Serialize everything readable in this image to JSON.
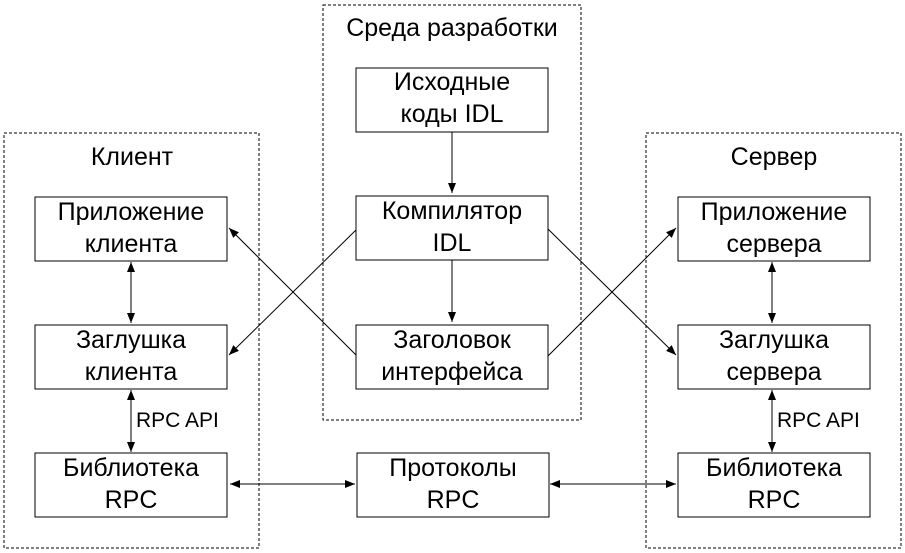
{
  "groups": {
    "dev_env": "Среда разработки",
    "client": "Клиент",
    "server": "Сервер"
  },
  "boxes": {
    "idl_sources": [
      "Исходные",
      "коды IDL"
    ],
    "idl_compiler": [
      "Компилятор",
      "IDL"
    ],
    "interface_header": [
      "Заголовок",
      "интерфейса"
    ],
    "client_app": [
      "Приложение",
      "клиента"
    ],
    "client_stub": [
      "Заглушка",
      "клиента"
    ],
    "client_rpc_lib": [
      "Библиотека",
      "RPC"
    ],
    "rpc_protocols": [
      "Протоколы",
      "RPC"
    ],
    "server_app": [
      "Приложение",
      "сервера"
    ],
    "server_stub": [
      "Заглушка",
      "сервера"
    ],
    "server_rpc_lib": [
      "Библиотека",
      "RPC"
    ]
  },
  "edge_labels": {
    "client_rpc_api": "RPC API",
    "server_rpc_api": "RPC API"
  }
}
